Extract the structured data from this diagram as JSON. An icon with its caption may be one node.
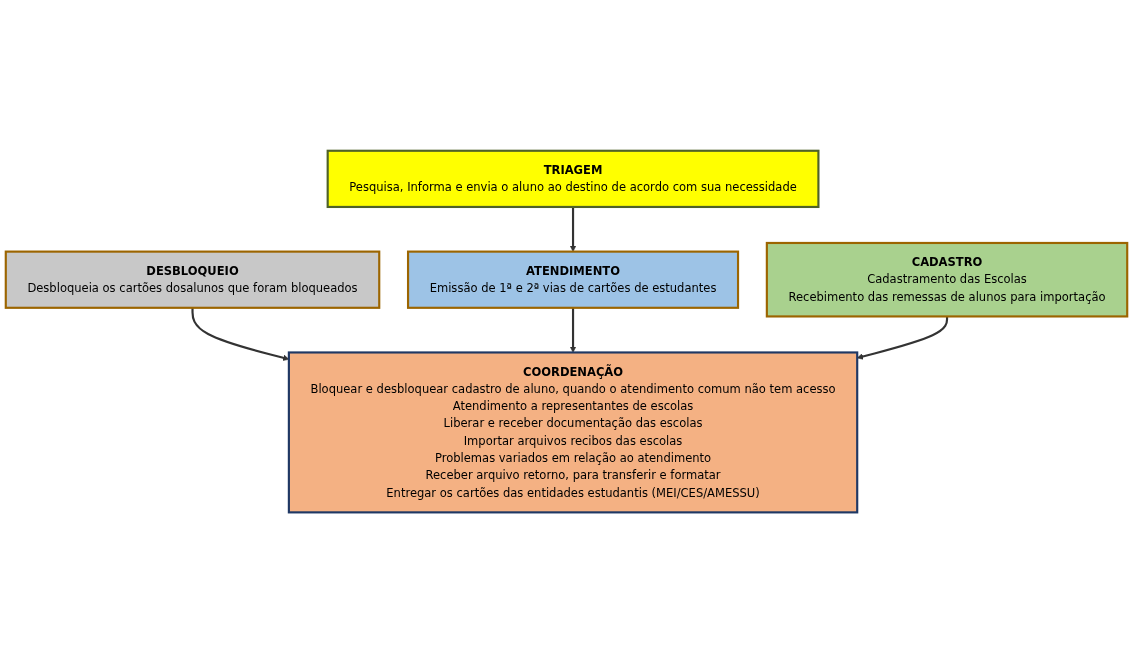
{
  "diagram": {
    "nodes": [
      {
        "text": [
          "TRIAGEM",
          "Pesquisa, Informa e envia o aluno ao destino de acordo com sua necessidade"
        ]
      },
      {
        "text": [
          "DESBLOQUEIO",
          "Desbloqueia os cartões dosalunos que foram bloqueados"
        ]
      },
      {
        "text": [
          "ATENDIMENTO",
          "Emissão de 1ª e 2ª vias de cartões de estudantes"
        ]
      },
      {
        "text": [
          "CADASTRO",
          "Cadastramento das Escolas",
          "Recebimento das remessas de alunos para importação"
        ]
      },
      {
        "text": [
          "COORDENAÇÃO",
          "Bloquear e desbloquear cadastro de aluno, quando o atendimento comum não tem acesso",
          "Atendimento a representantes de escolas",
          "Liberar e receber documentação das escolas",
          "Importar arquivos recibos das escolas",
          "Problemas variados em relação ao atendimento",
          "Receber arquivo retorno, para transferir e formatar",
          "Entregar os cartões das entidades estudantis (MEI/CES/AMESSU)"
        ]
      }
    ],
    "edges": [
      {
        "from": 0,
        "to": 2,
        "arrow": "to"
      },
      {
        "from": 1,
        "to": 4,
        "arrow": "to"
      },
      {
        "from": 2,
        "to": 4,
        "arrow": "to"
      },
      {
        "from": 3,
        "to": 4,
        "arrow": "to"
      }
    ]
  }
}
